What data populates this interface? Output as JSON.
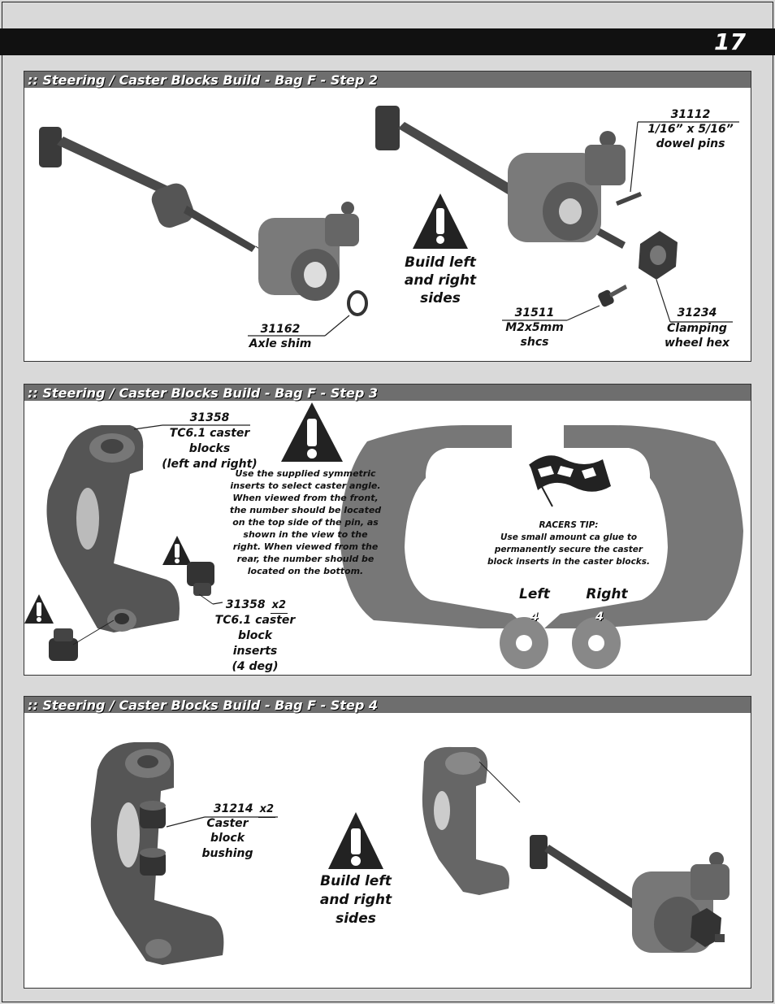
{
  "page": {
    "number": "17"
  },
  "step2": {
    "title": ":: Steering / Caster Blocks Build - Bag F - Step 2",
    "dowel": {
      "part": "31112",
      "size": "1/16” x 5/16”",
      "name": "dowel pins"
    },
    "warning": {
      "line1": "Build left",
      "line2": "and right",
      "line3": "sides"
    },
    "shcs": {
      "part": "31511",
      "size": "M2x5mm",
      "name": "shcs"
    },
    "hex": {
      "part": "31234",
      "line1": "Clamping",
      "line2": "wheel hex"
    },
    "shim": {
      "part": "31162",
      "name": "Axle shim"
    }
  },
  "step3": {
    "title": ":: Steering / Caster Blocks Build - Bag F - Step 3",
    "blocks": {
      "part": "31358",
      "line1": "TC6.1 caster",
      "line2": "blocks",
      "line3": "(left and right)"
    },
    "note": "Use the supplied symmetric inserts to select caster angle. When viewed from the front, the number should be located on the top side of the pin, as shown in the view to the right. When viewed from the rear, the number should be located on the bottom.",
    "inserts": {
      "part": "31358",
      "qty": "x2",
      "line1": "TC6.1 caster",
      "line2": "block",
      "line3": "inserts",
      "line4": "(4 deg)"
    },
    "tip_title": "RACERS TIP:",
    "tip_text": "Use small amount ca glue to permanently secure the caster block inserts in the caster blocks.",
    "left_label": "Left",
    "right_label": "Right",
    "left_number": "4",
    "right_number": "4"
  },
  "step4": {
    "title": ":: Steering / Caster Blocks Build - Bag F - Step 4",
    "bushing": {
      "part": "31214",
      "qty": "x2",
      "line1": "Caster",
      "line2": "block",
      "line3": "bushing"
    },
    "warning": {
      "line1": "Build left",
      "line2": "and right",
      "line3": "sides"
    }
  }
}
